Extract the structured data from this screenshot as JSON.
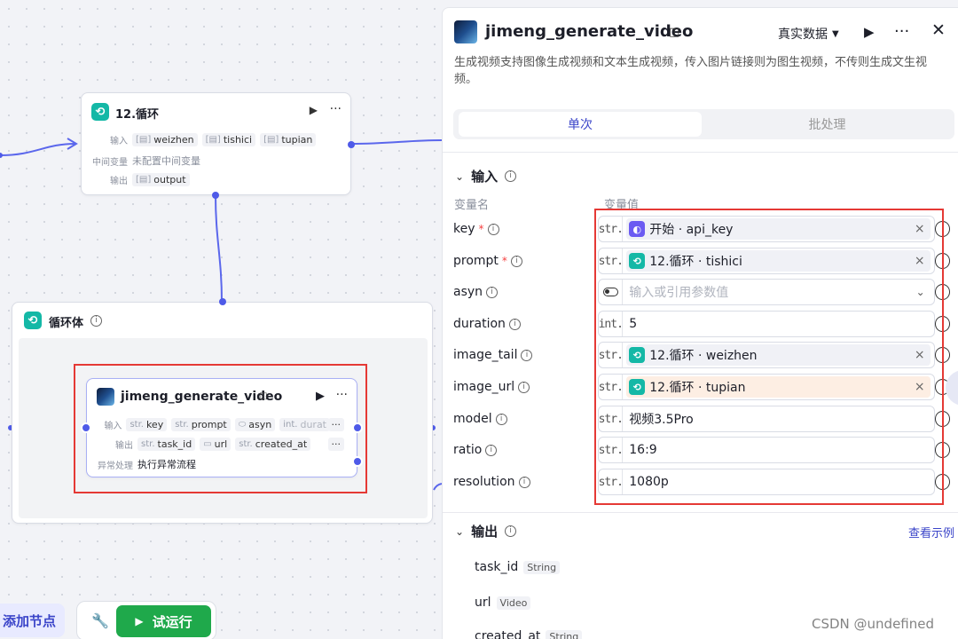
{
  "canvas": {
    "loop_node": {
      "title": "12.循环",
      "inputs_label": "输入",
      "inputs": [
        "weizhen",
        "tishici",
        "tupian"
      ],
      "mid_label": "中间变量",
      "mid_value": "未配置中间变量",
      "outputs_label": "输出",
      "outputs": [
        "output"
      ]
    },
    "loop_body": {
      "title": "循环体"
    },
    "video_node": {
      "title": "jimeng_generate_video",
      "inputs_label": "输入",
      "inputs": [
        {
          "type": "str.",
          "name": "key"
        },
        {
          "type": "str.",
          "name": "prompt"
        },
        {
          "type": "",
          "name": "asyn"
        },
        {
          "type": "int.",
          "name": "durat"
        }
      ],
      "outputs_label": "输出",
      "outputs": [
        {
          "type": "str.",
          "name": "task_id"
        },
        {
          "type": "",
          "name": "url"
        },
        {
          "type": "str.",
          "name": "created_at"
        }
      ],
      "error_label": "异常处理",
      "error_value": "执行异常流程",
      "more": "···"
    },
    "add_node_label": "添加节点",
    "test_run_label": "试运行",
    "watermark": "CSDN @undefined"
  },
  "panel": {
    "title": "jimeng_generate_video",
    "data_mode": "真实数据",
    "description": "生成视频支持图像生成视频和文本生成视频，传入图片链接则为图生视频，不传则生成文生视频。",
    "tabs": [
      "单次",
      "批处理"
    ],
    "input_section": "输入",
    "col_name": "变量名",
    "col_value": "变量值",
    "params": [
      {
        "name": "key",
        "required": true,
        "type": "str.",
        "kind": "ref",
        "source": "开始 · api_key",
        "icon_color": "#6b5bf2",
        "icon": "start-icon"
      },
      {
        "name": "prompt",
        "required": true,
        "type": "str.",
        "kind": "ref",
        "source": "12.循环 · tishici",
        "icon_color": "#14b8a6",
        "icon": "loop-icon"
      },
      {
        "name": "asyn",
        "required": false,
        "type": "",
        "kind": "toggle",
        "placeholder": "输入或引用参数值"
      },
      {
        "name": "duration",
        "required": false,
        "type": "int.",
        "kind": "literal",
        "value": "5"
      },
      {
        "name": "image_tail",
        "required": false,
        "type": "str.",
        "kind": "ref",
        "source": "12.循环 · weizhen",
        "icon_color": "#14b8a6",
        "icon": "loop-icon"
      },
      {
        "name": "image_url",
        "required": false,
        "type": "str.",
        "kind": "ref",
        "source": "12.循环 · tupian",
        "icon_color": "#14b8a6",
        "icon": "loop-icon",
        "highlight": true
      },
      {
        "name": "model",
        "required": false,
        "type": "str.",
        "kind": "literal",
        "value": "视频3.5Pro"
      },
      {
        "name": "ratio",
        "required": false,
        "type": "str.",
        "kind": "literal",
        "value": "16:9"
      },
      {
        "name": "resolution",
        "required": false,
        "type": "str.",
        "kind": "literal",
        "value": "1080p"
      }
    ],
    "output_section": "输出",
    "view_example": "查看示例",
    "outputs": [
      {
        "name": "task_id",
        "type": "String"
      },
      {
        "name": "url",
        "type": "Video"
      },
      {
        "name": "created_at",
        "type": "String"
      }
    ]
  }
}
